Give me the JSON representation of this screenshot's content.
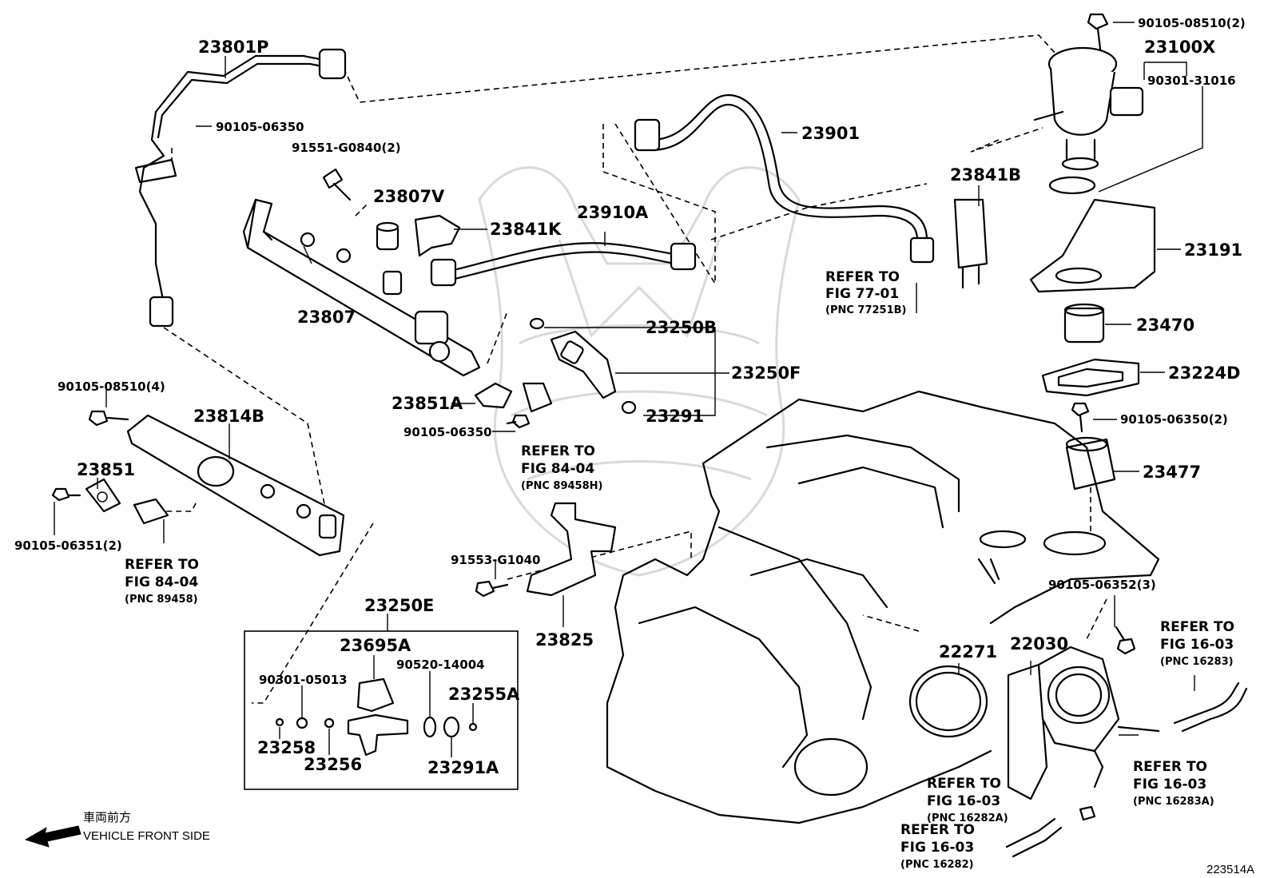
{
  "labels": {
    "p23801P": "23801P",
    "p90105_06350_a": "90105-06350",
    "p91551_G0840": "91551-G0840(2)",
    "p23807V": "23807V",
    "p23841K": "23841K",
    "p23807": "23807",
    "p23910A": "23910A",
    "p23901": "23901",
    "p23841B": "23841B",
    "p90105_08510_2": "90105-08510(2)",
    "p23100X": "23100X",
    "p90301_31016": "90301-31016",
    "p23191": "23191",
    "p23470": "23470",
    "p23224D": "23224D",
    "p90105_06350_2": "90105-06350(2)",
    "p23477": "23477",
    "p23250B": "23250B",
    "p23250F": "23250F",
    "p23291": "23291",
    "p23851A": "23851A",
    "p90105_06350_b": "90105-06350",
    "p90105_08510_4": "90105-08510(4)",
    "p23814B": "23814B",
    "p23851": "23851",
    "p90105_06351": "90105-06351(2)",
    "p91553_G1040": "91553-G1040",
    "p23825": "23825",
    "p23250E": "23250E",
    "p23695A": "23695A",
    "p90301_05013": "90301-05013",
    "p90520_14004": "90520-14004",
    "p23255A": "23255A",
    "p23258": "23258",
    "p23256": "23256",
    "p23291A": "23291A",
    "p22271": "22271",
    "p22030": "22030",
    "p90105_06352": "90105-06352(3)"
  },
  "refs": {
    "r77": {
      "line1": "REFER TO",
      "line2": "FIG 77-01",
      "pnc": "(PNC 77251B)"
    },
    "r84a": {
      "line1": "REFER TO",
      "line2": "FIG 84-04",
      "pnc": "(PNC 89458H)"
    },
    "r84b": {
      "line1": "REFER TO",
      "line2": "FIG 84-04",
      "pnc": "(PNC 89458)"
    },
    "r16a": {
      "line1": "REFER TO",
      "line2": "FIG 16-03",
      "pnc": "(PNC 16283)"
    },
    "r16b": {
      "line1": "REFER TO",
      "line2": "FIG 16-03",
      "pnc": "(PNC 16283A)"
    },
    "r16c": {
      "line1": "REFER TO",
      "line2": "FIG 16-03",
      "pnc": "(PNC 16282A)"
    },
    "r16d": {
      "line1": "REFER TO",
      "line2": "FIG 16-03",
      "pnc": "(PNC 16282)"
    }
  },
  "direction": {
    "japanese": "車両前方",
    "english": "VEHICLE FRONT SIDE"
  },
  "illustration_number": "223514A"
}
